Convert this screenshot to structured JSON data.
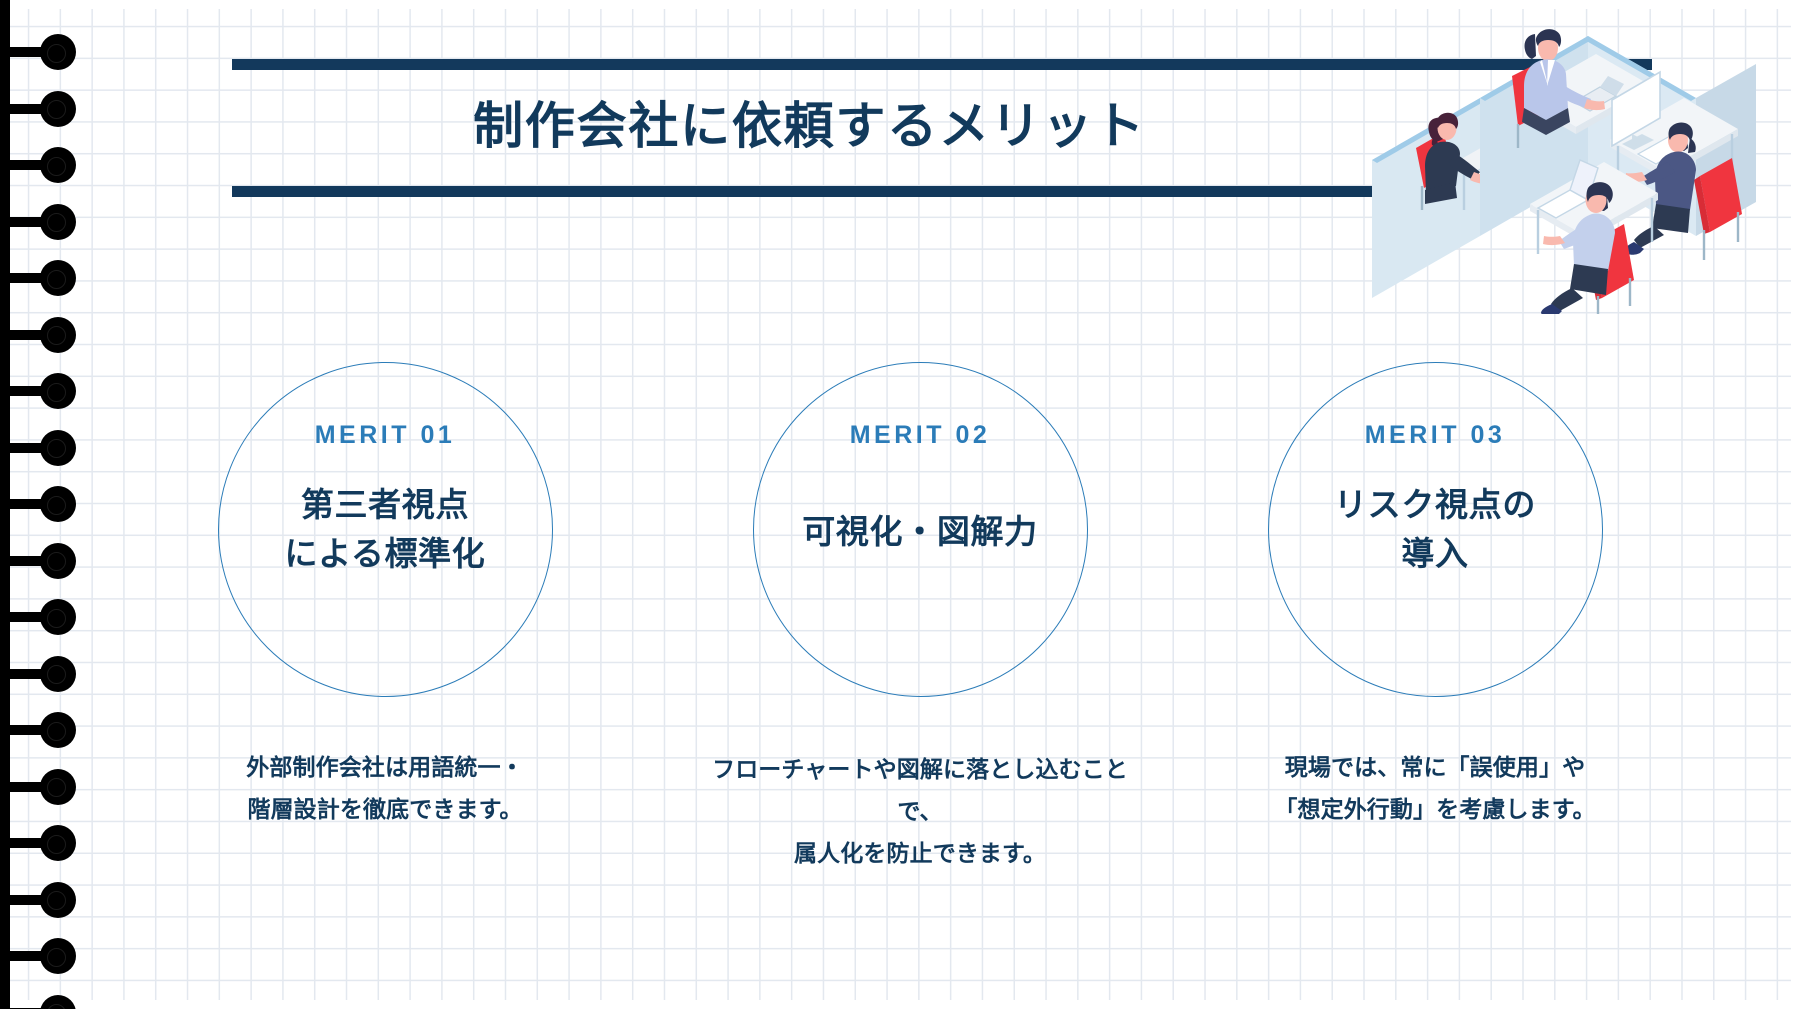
{
  "slide": {
    "title": "制作会社に依頼するメリット",
    "background": "graph-paper-notebook",
    "accent_navy": "#123a5c",
    "accent_blue": "#2b7cb8",
    "grid_color": "#e3e8ef"
  },
  "illustration": {
    "name": "isometric-office-cubicles",
    "people_count": 4,
    "chair_color": "#f0353f",
    "partition_color": "#cfe2ef"
  },
  "merits": [
    {
      "label": "MERIT 01",
      "heading": "第三者視点\nによる標準化",
      "caption": "外部制作会社は用語統一・\n階層設計を徹底できます。"
    },
    {
      "label": "MERIT 02",
      "heading": "可視化・図解力",
      "caption": "フローチャートや図解に落とし込むことで、\n属人化を防止できます。"
    },
    {
      "label": "MERIT 03",
      "heading": "リスク視点の\n導入",
      "caption": "現場では、常に「誤使用」や\n「想定外行動」を考慮します。"
    }
  ]
}
